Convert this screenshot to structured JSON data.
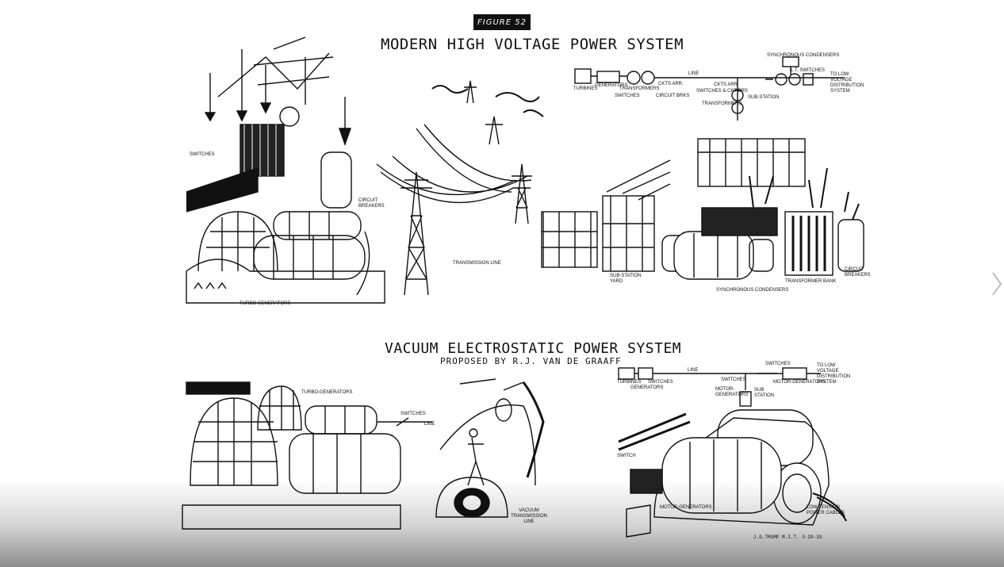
{
  "figure": {
    "badge": "FIGURE 52",
    "title_top": "MODERN HIGH VOLTAGE POWER SYSTEM",
    "title_bottom": "VACUUM ELECTROSTATIC POWER SYSTEM",
    "subtitle": "PROPOSED BY R.J. VAN DE GRAAFF",
    "signature": "J.G.TRUMP  M.I.T.  3-20-33"
  },
  "top_labels": {
    "switches": "SWITCHES",
    "circuit_breakers_left": "CIRCUIT BREAKERS",
    "turbo_generators": "TURBO-GENERATORS",
    "transmission_line": "TRANSMISSION LINE",
    "substation_yard": "SUB-STATION YARD",
    "synchronous_condensers": "SYNCHRONOUS CONDENSERS",
    "transformer_bank": "TRANSFORMER BANK",
    "circuit_breakers_right": "CIRCUIT BREAKERS"
  },
  "top_schematic": {
    "turbines": "TURBINES",
    "generators": "GENERATORS",
    "switches": "SWITCHES",
    "transformers": "TRANSFORMERS",
    "ckts_arr": "CKTS ARR.",
    "line": "LINE",
    "circuit_brks": "CIRCUIT BRKS",
    "ckts_arr2": "CKTS ARR",
    "switches_ckt_brs": "SWITCHES & CKT BRS",
    "transformers2": "TRANSFORMERS",
    "sub_station": "SUB-STATION",
    "synchronous_condensers": "SYNCHRONOUS CONDENSERS",
    "lt_switches": "L.T. SWITCHES",
    "to_low_voltage": "TO LOW VOLTAGE DISTRIBUTION SYSTEM"
  },
  "bottom_labels": {
    "turbo_generators": "TURBO-GENERATORS",
    "switches": "SWITCHES",
    "line": "LINE",
    "vacuum_transmission_line": "VACUUM TRANSMISSION LINE",
    "switch": "SWITCH",
    "motor_generators": "MOTOR-GENERATORS",
    "low_tension_cables": "LOW TENSION POWER CABLES"
  },
  "bottom_schematic": {
    "turbines": "TURBINES",
    "switches": "SWITCHES",
    "generators": "GENERATORS",
    "line": "LINE",
    "switches2": "SWITCHES",
    "motor_generators": "MOTOR-GENERATORS",
    "sub_station": "SUB STATION",
    "switches3": "SWITCHES",
    "motor_generators2": "MOTOR-GENERATORS",
    "to_low_voltage": "TO LOW VOLTAGE DISTRIBUTION SYSTEM"
  },
  "nav": {
    "next_icon": "chevron-right-icon"
  }
}
